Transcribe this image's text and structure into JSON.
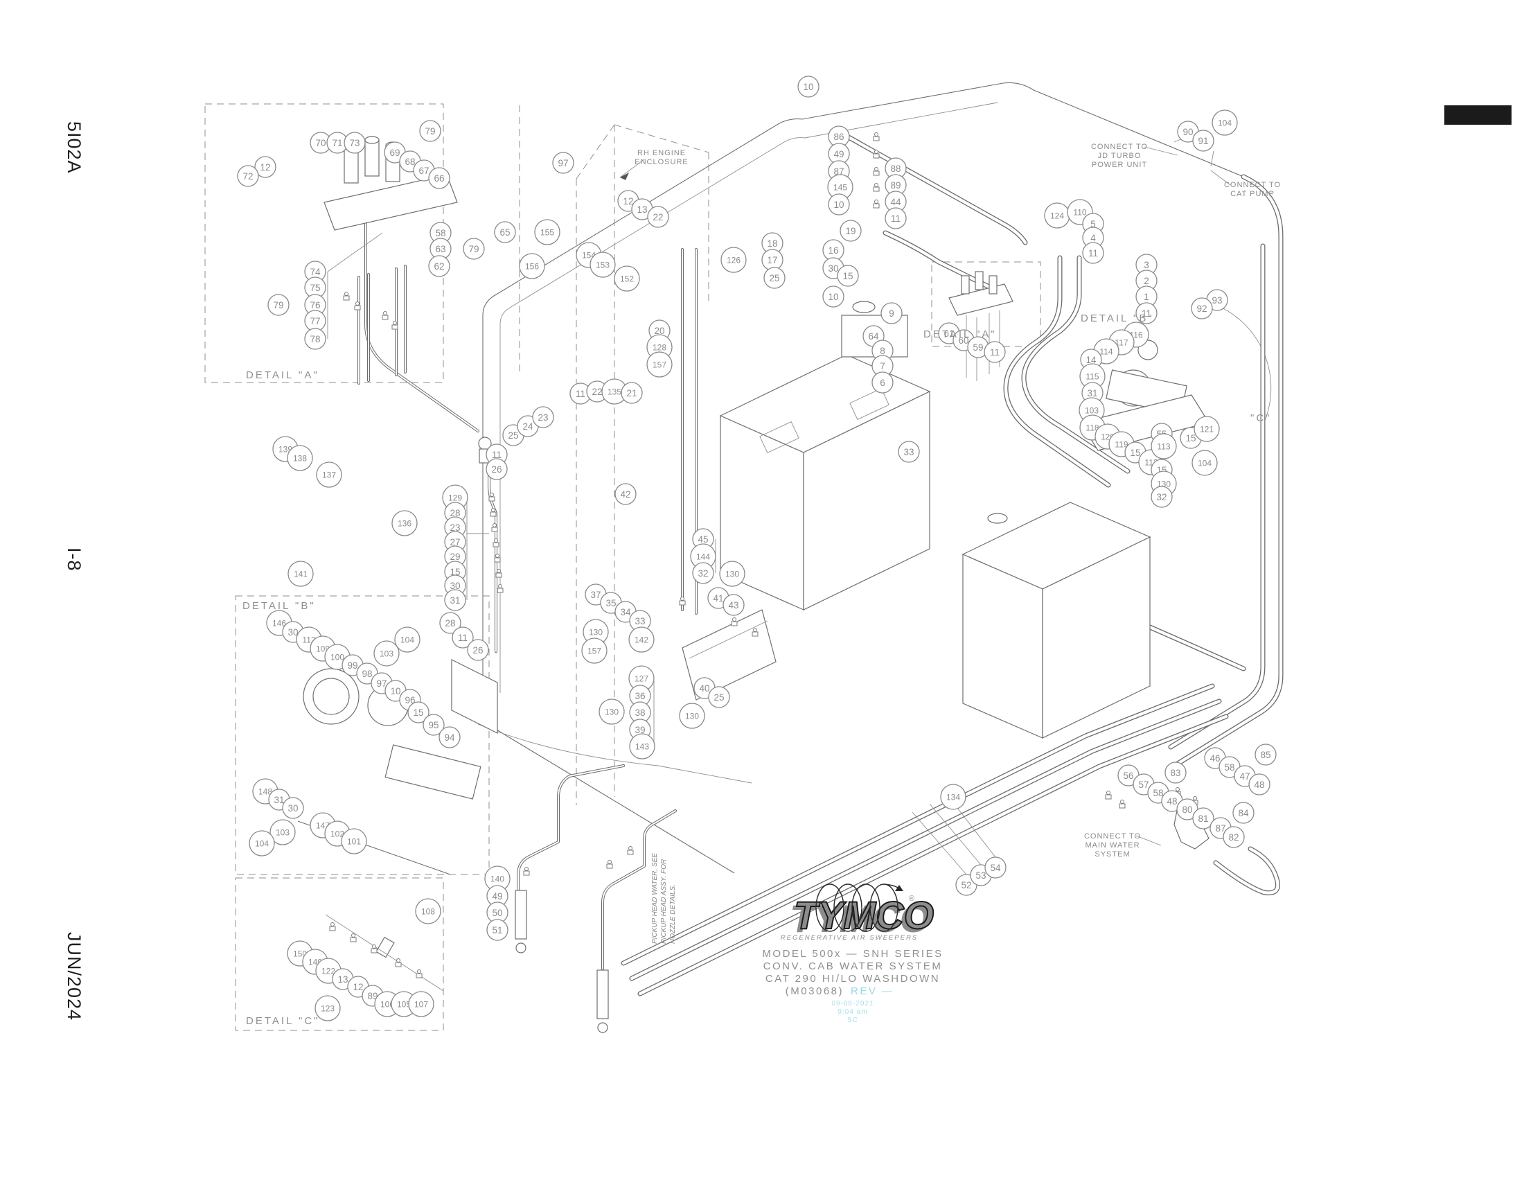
{
  "margin": {
    "doc_code": "5I02A",
    "page_ref": "I-8",
    "date_code": "JUN/2024"
  },
  "detail_labels": {
    "detail_a_left": "DETAIL \"A\"",
    "detail_b_left": "DETAIL \"B\"",
    "detail_c": "DETAIL \"C\"",
    "detail_a_center": "DETAIL \"A\"",
    "detail_b_right": "DETAIL \"B\"",
    "c_ref": "\"C\""
  },
  "annotations": {
    "rh_engine": [
      "RH ENGINE",
      "ENCLOSURE"
    ],
    "jd_turbo": [
      "CONNECT TO",
      "JD TURBO",
      "POWER UNIT"
    ],
    "cat_pump": [
      "CONNECT TO",
      "CAT PUMP"
    ],
    "main_water": [
      "CONNECT TO",
      "MAIN WATER",
      "SYSTEM"
    ],
    "pickup_head": [
      "PICKUP HEAD WATER, SEE",
      "PICKUP HEAD ASSY. FOR",
      "NOZZLE DETAILS."
    ]
  },
  "title_block": {
    "brand": "TYMCO",
    "registered": "®",
    "tagline": "REGENERATIVE AIR SWEEPERS",
    "line1": "MODEL 500x — SNH SERIES",
    "line2": "CONV. CAB WATER SYSTEM",
    "line3": "CAT 290 HI/LO WASHDOWN",
    "line4_part": "(M03068)",
    "line4_rev": "REV —",
    "stamp_date": "09-08-2021",
    "stamp_time": "9:04 am",
    "stamp_initials": "SC"
  },
  "colors": {
    "line": "#6f6f6f",
    "balloon": "#8a8a8a",
    "logo_cyan": "#8fd5e6",
    "stamp_cyan": "#9ad8e8",
    "ink_black": "#1b1b1b"
  },
  "balloons": [
    [
      "79",
      621,
      189
    ],
    [
      "70",
      463,
      206
    ],
    [
      "71",
      487,
      206
    ],
    [
      "73",
      512,
      206
    ],
    [
      "69",
      570,
      220
    ],
    [
      "68",
      592,
      233
    ],
    [
      "67",
      612,
      246
    ],
    [
      "66",
      634,
      257
    ],
    [
      "12",
      383,
      241
    ],
    [
      "72",
      358,
      254
    ],
    [
      "58",
      636,
      336
    ],
    [
      "63",
      636,
      359
    ],
    [
      "62",
      634,
      384
    ],
    [
      "65",
      729,
      335
    ],
    [
      "79",
      684,
      359
    ],
    [
      "74",
      455,
      392
    ],
    [
      "75",
      455,
      415
    ],
    [
      "76",
      455,
      440
    ],
    [
      "77",
      455,
      463
    ],
    [
      "78",
      455,
      489
    ],
    [
      "79",
      402,
      440
    ],
    [
      "97",
      813,
      235
    ],
    [
      "155",
      790,
      335
    ],
    [
      "156",
      768,
      384
    ],
    [
      "154",
      850,
      368
    ],
    [
      "153",
      870,
      382
    ],
    [
      "152",
      905,
      402
    ],
    [
      "12",
      907,
      290
    ],
    [
      "13",
      927,
      302
    ],
    [
      "22",
      950,
      313
    ],
    [
      "10",
      1167,
      125
    ],
    [
      "86",
      1211,
      197
    ],
    [
      "49",
      1211,
      222
    ],
    [
      "87",
      1211,
      247
    ],
    [
      "145",
      1213,
      270
    ],
    [
      "10",
      1211,
      295
    ],
    [
      "88",
      1293,
      243
    ],
    [
      "89",
      1293,
      267
    ],
    [
      "44",
      1293,
      291
    ],
    [
      "11",
      1293,
      315
    ],
    [
      "19",
      1228,
      333
    ],
    [
      "16",
      1203,
      361
    ],
    [
      "30",
      1203,
      387
    ],
    [
      "15",
      1224,
      398
    ],
    [
      "10",
      1203,
      428
    ],
    [
      "18",
      1115,
      351
    ],
    [
      "17",
      1115,
      375
    ],
    [
      "25",
      1118,
      401
    ],
    [
      "126",
      1059,
      375
    ],
    [
      "20",
      952,
      477
    ],
    [
      "128",
      952,
      501
    ],
    [
      "157",
      952,
      526
    ],
    [
      "9",
      1287,
      452
    ],
    [
      "64",
      1261,
      485
    ],
    [
      "8",
      1274,
      506
    ],
    [
      "7",
      1274,
      528
    ],
    [
      "6",
      1274,
      552
    ],
    [
      "124",
      1526,
      311
    ],
    [
      "110",
      1559,
      306
    ],
    [
      "5",
      1578,
      323
    ],
    [
      "4",
      1578,
      343
    ],
    [
      "11",
      1578,
      365
    ],
    [
      "90",
      1715,
      190
    ],
    [
      "91",
      1737,
      203
    ],
    [
      "104",
      1768,
      177
    ],
    [
      "3",
      1655,
      382
    ],
    [
      "2",
      1655,
      405
    ],
    [
      "1",
      1655,
      428
    ],
    [
      "11",
      1655,
      452
    ],
    [
      "93",
      1757,
      433
    ],
    [
      "92",
      1735,
      445
    ],
    [
      "116",
      1640,
      483
    ],
    [
      "117",
      1619,
      494
    ],
    [
      "114",
      1597,
      507
    ],
    [
      "14",
      1575,
      519
    ],
    [
      "115",
      1577,
      543
    ],
    [
      "31",
      1577,
      567
    ],
    [
      "103",
      1576,
      592
    ],
    [
      "118",
      1577,
      617
    ],
    [
      "120",
      1599,
      630
    ],
    [
      "119",
      1619,
      641
    ],
    [
      "15",
      1639,
      653
    ],
    [
      "113",
      1662,
      667
    ],
    [
      "15",
      1719,
      632
    ],
    [
      "121",
      1742,
      619
    ],
    [
      "104",
      1739,
      668
    ],
    [
      "61",
      1370,
      481
    ],
    [
      "60",
      1391,
      491
    ],
    [
      "59",
      1412,
      501
    ],
    [
      "11",
      1436,
      508
    ],
    [
      "33",
      1312,
      652
    ],
    [
      "55",
      1677,
      626
    ],
    [
      "113",
      1680,
      644
    ],
    [
      "15",
      1677,
      678
    ],
    [
      "130",
      1680,
      698
    ],
    [
      "32",
      1677,
      717
    ],
    [
      "139",
      412,
      648
    ],
    [
      "138",
      433,
      661
    ],
    [
      "137",
      475,
      685
    ],
    [
      "136",
      584,
      755
    ],
    [
      "141",
      434,
      828
    ],
    [
      "11",
      717,
      656
    ],
    [
      "26",
      717,
      677
    ],
    [
      "25",
      741,
      628
    ],
    [
      "24",
      762,
      615
    ],
    [
      "23",
      784,
      602
    ],
    [
      "129",
      657,
      718
    ],
    [
      "28",
      657,
      740
    ],
    [
      "23",
      657,
      761
    ],
    [
      "27",
      657,
      782
    ],
    [
      "29",
      657,
      803
    ],
    [
      "15",
      657,
      825
    ],
    [
      "30",
      657,
      845
    ],
    [
      "31",
      657,
      866
    ],
    [
      "28",
      650,
      899
    ],
    [
      "11",
      668,
      920
    ],
    [
      "26",
      690,
      938
    ],
    [
      "11",
      838,
      568
    ],
    [
      "22",
      862,
      565
    ],
    [
      "135",
      887,
      565
    ],
    [
      "21",
      912,
      567
    ],
    [
      "45",
      1015,
      778
    ],
    [
      "144",
      1015,
      803
    ],
    [
      "32",
      1015,
      827
    ],
    [
      "130",
      1057,
      828
    ],
    [
      "37",
      860,
      858
    ],
    [
      "35",
      882,
      870
    ],
    [
      "34",
      903,
      883
    ],
    [
      "33",
      924,
      896
    ],
    [
      "130",
      860,
      912
    ],
    [
      "142",
      926,
      923
    ],
    [
      "157",
      858,
      939
    ],
    [
      "41",
      1037,
      863
    ],
    [
      "43",
      1059,
      873
    ],
    [
      "42",
      903,
      713
    ],
    [
      "127",
      926,
      979
    ],
    [
      "36",
      924,
      1004
    ],
    [
      "38",
      924,
      1028
    ],
    [
      "39",
      924,
      1053
    ],
    [
      "143",
      927,
      1077
    ],
    [
      "130",
      883,
      1027
    ],
    [
      "40",
      1017,
      993
    ],
    [
      "25",
      1038,
      1006
    ],
    [
      "130",
      999,
      1033
    ],
    [
      "146",
      403,
      899
    ],
    [
      "30",
      423,
      912
    ],
    [
      "112",
      446,
      923
    ],
    [
      "109",
      466,
      936
    ],
    [
      "100",
      487,
      948
    ],
    [
      "99",
      509,
      960
    ],
    [
      "98",
      530,
      972
    ],
    [
      "97",
      551,
      986
    ],
    [
      "10",
      571,
      997
    ],
    [
      "96",
      592,
      1010
    ],
    [
      "104",
      588,
      923
    ],
    [
      "103",
      558,
      943
    ],
    [
      "15",
      604,
      1028
    ],
    [
      "95",
      626,
      1046
    ],
    [
      "94",
      649,
      1064
    ],
    [
      "148",
      383,
      1142
    ],
    [
      "31",
      403,
      1154
    ],
    [
      "30",
      423,
      1166
    ],
    [
      "147",
      466,
      1191
    ],
    [
      "102",
      487,
      1203
    ],
    [
      "101",
      511,
      1214
    ],
    [
      "103",
      408,
      1201
    ],
    [
      "104",
      378,
      1217
    ],
    [
      "108",
      618,
      1315
    ],
    [
      "150",
      433,
      1376
    ],
    [
      "149",
      455,
      1388
    ],
    [
      "122",
      474,
      1401
    ],
    [
      "13",
      495,
      1413
    ],
    [
      "12",
      517,
      1424
    ],
    [
      "89",
      538,
      1437
    ],
    [
      "106",
      559,
      1449
    ],
    [
      "105",
      583,
      1449
    ],
    [
      "107",
      608,
      1449
    ],
    [
      "123",
      473,
      1455
    ],
    [
      "140",
      718,
      1268
    ],
    [
      "49",
      718,
      1293
    ],
    [
      "50",
      718,
      1317
    ],
    [
      "51",
      718,
      1342
    ],
    [
      "134",
      1376,
      1150
    ],
    [
      "52",
      1395,
      1277
    ],
    [
      "53",
      1416,
      1263
    ],
    [
      "54",
      1437,
      1252
    ],
    [
      "56",
      1629,
      1119
    ],
    [
      "57",
      1651,
      1132
    ],
    [
      "58",
      1672,
      1144
    ],
    [
      "48",
      1692,
      1156
    ],
    [
      "83",
      1697,
      1115
    ],
    [
      "46",
      1754,
      1094
    ],
    [
      "58",
      1775,
      1107
    ],
    [
      "47",
      1797,
      1120
    ],
    [
      "48",
      1818,
      1132
    ],
    [
      "85",
      1827,
      1089
    ],
    [
      "80",
      1714,
      1168
    ],
    [
      "81",
      1737,
      1181
    ],
    [
      "87",
      1762,
      1195
    ],
    [
      "82",
      1781,
      1208
    ],
    [
      "84",
      1795,
      1173
    ]
  ]
}
